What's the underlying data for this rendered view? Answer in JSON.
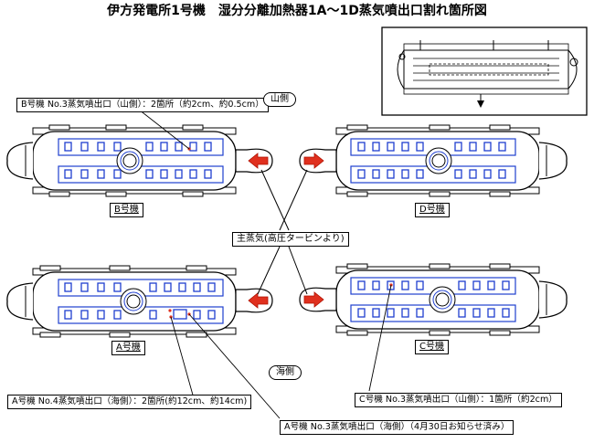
{
  "title": "伊方発電所1号機　湿分分離加熱器1A～1D蒸気噴出口割れ箇所図",
  "units": {
    "A": "A号機",
    "B": "B号機",
    "C": "C号機",
    "D": "D号機"
  },
  "sides": {
    "mountain": "山側",
    "sea": "海側"
  },
  "main_steam": "主蒸気(高圧タービンより)",
  "callouts": {
    "B": "B号機 No.3蒸気噴出口（山側）：2箇所（約2cm、約0.5cm）",
    "A4": "A号機 No.4蒸気噴出口（海側）：2箇所(約12cm、約14cm)",
    "A3": "A号機 No.3蒸気噴出口（海側）（4月30日お知らせ済み）",
    "C": "C号機 No.3蒸気噴出口（山側）：1箇所（約2cm）"
  },
  "colors": {
    "line": "#000000",
    "port": "#1f3fcf",
    "arrow": "#e0301e",
    "crack": "#e0301e"
  },
  "icons": {
    "arrow": "red-flow-arrow",
    "nozzle": "circular-nozzle-icon"
  }
}
